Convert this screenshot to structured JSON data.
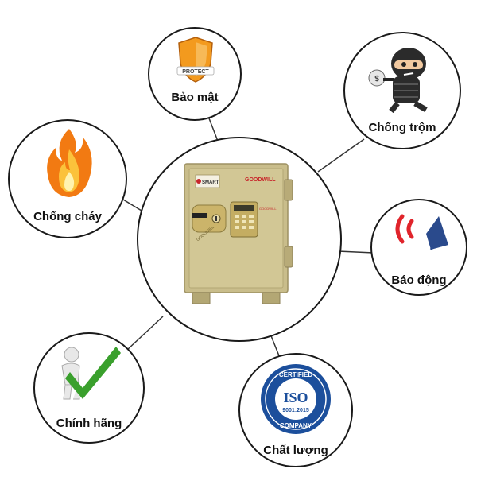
{
  "features": {
    "security": {
      "label": "Bảo mật",
      "icon": "shield-icon",
      "badge_text": "PROTECT"
    },
    "anti_theft": {
      "label": "Chống trộm",
      "icon": "burglar-icon",
      "bag_text": "$"
    },
    "fireproof": {
      "label": "Chống cháy",
      "icon": "flame-icon"
    },
    "alarm": {
      "label": "Báo động",
      "icon": "alarm-speaker-icon"
    },
    "genuine": {
      "label": "Chính hãng",
      "icon": "checkmark-person-icon"
    },
    "quality": {
      "label": "Chất lượng",
      "icon": "iso-seal-icon",
      "seal": {
        "top": "CERTIFIED",
        "center": "ISO",
        "standard": "9001:2015",
        "bottom": "COMPANY"
      }
    }
  },
  "safe": {
    "icon": "safe-icon",
    "brand": "GOODWILL",
    "smart_badge": "SMART",
    "handle_text": "GOODWILL",
    "keypad_brand": "GOODWILL"
  },
  "colors": {
    "outline": "#1a1a1a",
    "safe_body": "#c9bd8b",
    "flame_orange": "#f27a12",
    "shield_orange": "#f39a1e",
    "alarm_red": "#e0242b",
    "alarm_blue": "#2a4a8c",
    "check_green": "#3aa02d",
    "iso_blue": "#1c4f9c"
  }
}
